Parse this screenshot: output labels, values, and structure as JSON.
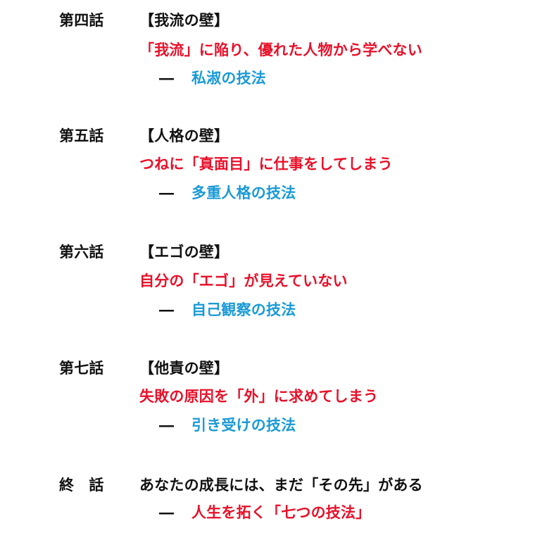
{
  "sections": [
    {
      "chapter": "第四話",
      "heading": "【我流の壁】",
      "subtitle": "「我流」に陥り、優れた人物から学べない",
      "technique_dash": "―",
      "technique": "私淑の技法"
    },
    {
      "chapter": "第五話",
      "heading": "【人格の壁】",
      "subtitle": "つねに「真面目」に仕事をしてしまう",
      "technique_dash": "―",
      "technique": "多重人格の技法"
    },
    {
      "chapter": "第六話",
      "heading": "【エゴの壁】",
      "subtitle": "自分の「エゴ」が見えていない",
      "technique_dash": "―",
      "technique": "自己観察の技法"
    },
    {
      "chapter": "第七話",
      "heading": "【他責の壁】",
      "subtitle": "失敗の原因を「外」に求めてしまう",
      "technique_dash": "―",
      "technique": "引き受けの技法"
    }
  ],
  "final": {
    "chapter": "終　話",
    "heading": "あなたの成長には、まだ「その先」がある",
    "technique_dash": "―",
    "technique": "人生を拓く「七つの技法」"
  },
  "colors": {
    "chapter": "#111111",
    "subtitle": "#e8102a",
    "technique": "#1a9ad6",
    "final_technique": "#e8102a"
  }
}
